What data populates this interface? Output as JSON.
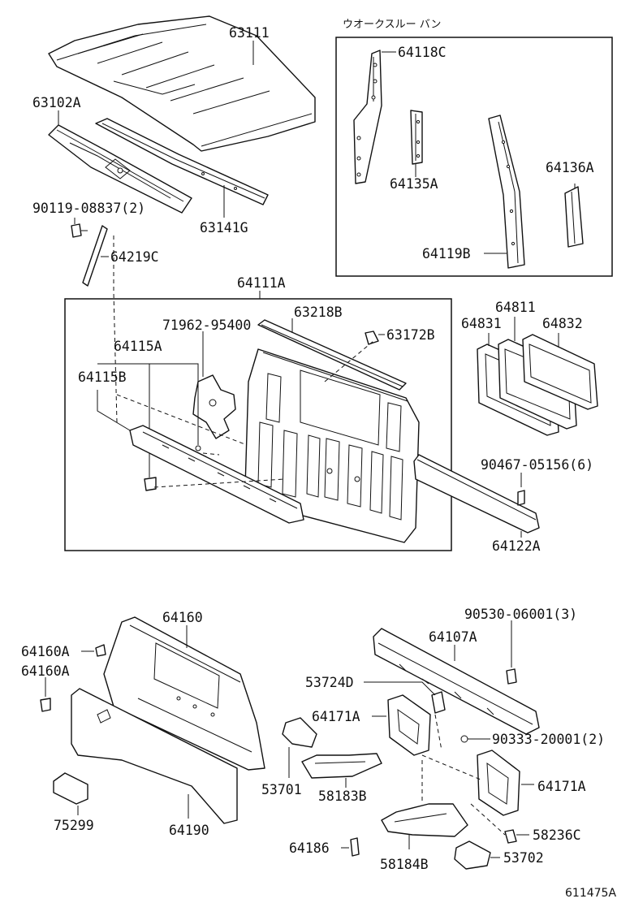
{
  "inset_title": "ウオークスルー バン",
  "figure_id": "611475A",
  "labels": {
    "l63111": "63111",
    "l63102A": "63102A",
    "l63141G": "63141G",
    "l90119": "90119-08837(2)",
    "l64219C": "64219C",
    "l64118C": "64118C",
    "l64135A": "64135A",
    "l64136A": "64136A",
    "l64119B": "64119B",
    "l64111A": "64111A",
    "l71962": "71962-95400",
    "l63218B": "63218B",
    "l63172B": "63172B",
    "l64115A": "64115A",
    "l64115B": "64115B",
    "l64811": "64811",
    "l64831": "64831",
    "l64832": "64832",
    "l90467": "90467-05156(6)",
    "l64122A": "64122A",
    "l64160": "64160",
    "l64160A_1": "64160A",
    "l64160A_2": "64160A",
    "l75299": "75299",
    "l64190": "64190",
    "l90530": "90530-06001(3)",
    "l64107A": "64107A",
    "l53724D": "53724D",
    "l64171A_1": "64171A",
    "l90333": "90333-20001(2)",
    "l53701": "53701",
    "l58183B": "58183B",
    "l64171A_2": "64171A",
    "l58236C": "58236C",
    "l64186": "64186",
    "l58184B": "58184B",
    "l53702": "53702"
  },
  "icons": {
    "bolt": "bolt-icon",
    "clip": "clip-icon"
  }
}
